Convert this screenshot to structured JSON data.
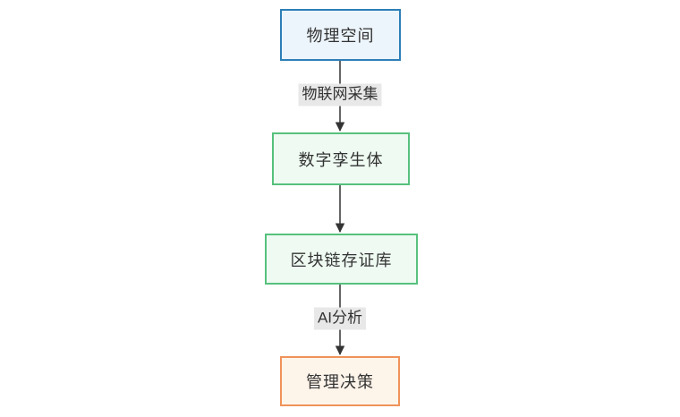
{
  "diagram": {
    "type": "flowchart-vertical",
    "nodes": [
      {
        "id": "physical-space",
        "label": "物理空间",
        "fill": "#ecf5fb",
        "border": "#2d7fb8"
      },
      {
        "id": "digital-twin",
        "label": "数字孪生体",
        "fill": "#eefaf2",
        "border": "#57c17d"
      },
      {
        "id": "blockchain-archive",
        "label": "区块链存证库",
        "fill": "#eefaf2",
        "border": "#57c17d"
      },
      {
        "id": "management-decision",
        "label": "管理决策",
        "fill": "#fdf4ea",
        "border": "#f0925a"
      }
    ],
    "edges": [
      {
        "from": "physical-space",
        "to": "digital-twin",
        "label": "物联网采集"
      },
      {
        "from": "digital-twin",
        "to": "blockchain-archive",
        "label": ""
      },
      {
        "from": "blockchain-archive",
        "to": "management-decision",
        "label": "AI分析"
      }
    ],
    "colors": {
      "edge_label_background": "#e8e8e8",
      "arrow_line": "#333333",
      "text": "#333333",
      "background": "#ffffff"
    }
  }
}
